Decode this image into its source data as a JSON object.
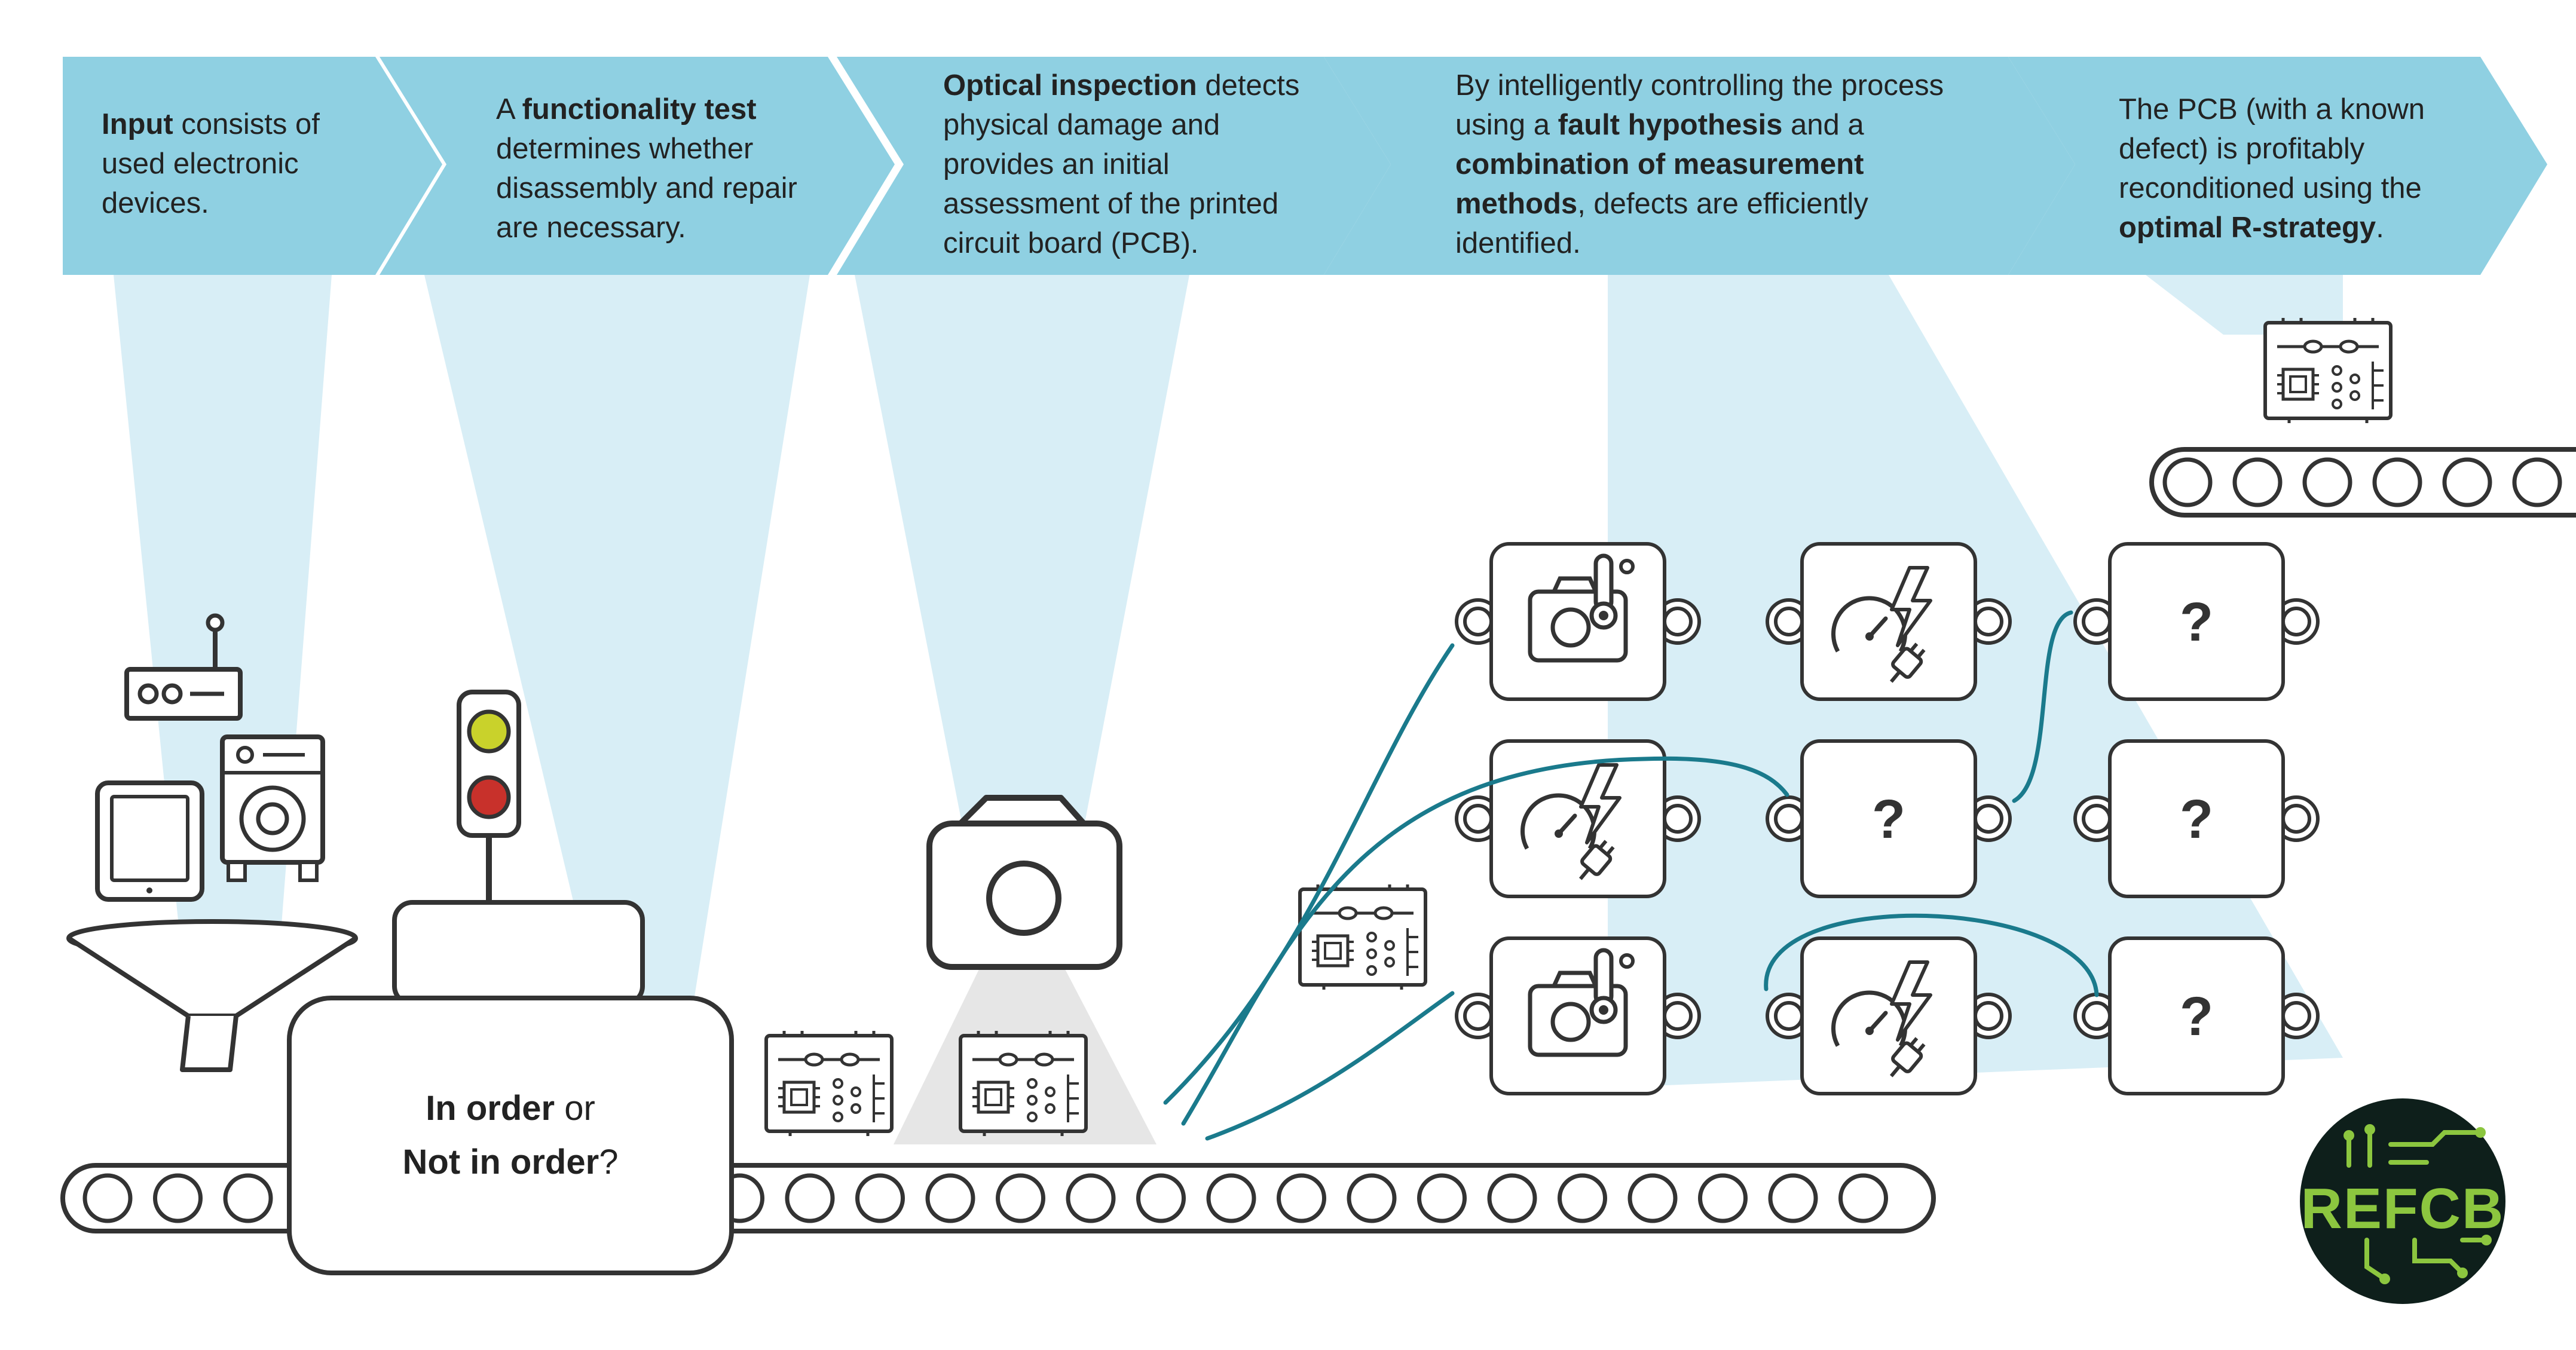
{
  "steps": [
    {
      "pre": "",
      "bold": "Input",
      "post": " consists of used electronic devices."
    },
    {
      "pre": "A ",
      "bold": "functionality test",
      "post": " determines whether disassembly and repair are necessary."
    },
    {
      "pre": "",
      "bold": "Optical inspection",
      "post": " detects physical damage and provides an initial assessment of the printed circuit board (PCB)."
    },
    {
      "pre": "By intelligently controlling the process using a ",
      "bold": "fault hypothesis",
      "mid": " and a ",
      "bold2": "combination of measurement methods",
      "post": ", defects are efficiently identified."
    },
    {
      "pre": "The PCB (with a known defect) is profitably reconditioned using the ",
      "bold": "optimal R-strategy",
      "post": "."
    }
  ],
  "decision": {
    "bold1": "In order",
    "mid": " or",
    "bold2": "Not in order",
    "post": "?"
  },
  "unknown_station_label": "?",
  "logo": {
    "text": "REFCB"
  },
  "colors": {
    "banner": "#8fd0e2",
    "beam": "#d8eef6",
    "outline": "#333333",
    "wire": "#1a7a8c",
    "light_yellow": "#c9d22b",
    "light_red": "#c8312b",
    "logo_bg": "#0e1f1b",
    "logo_green": "#8cc63f"
  },
  "icons": [
    "funnel-icon",
    "router-icon",
    "tablet-icon",
    "washing-machine-icon",
    "traffic-light-icon",
    "camera-icon",
    "pcb-icon",
    "thermal-camera-icon",
    "electrical-test-icon",
    "conveyor-belt-icon"
  ]
}
